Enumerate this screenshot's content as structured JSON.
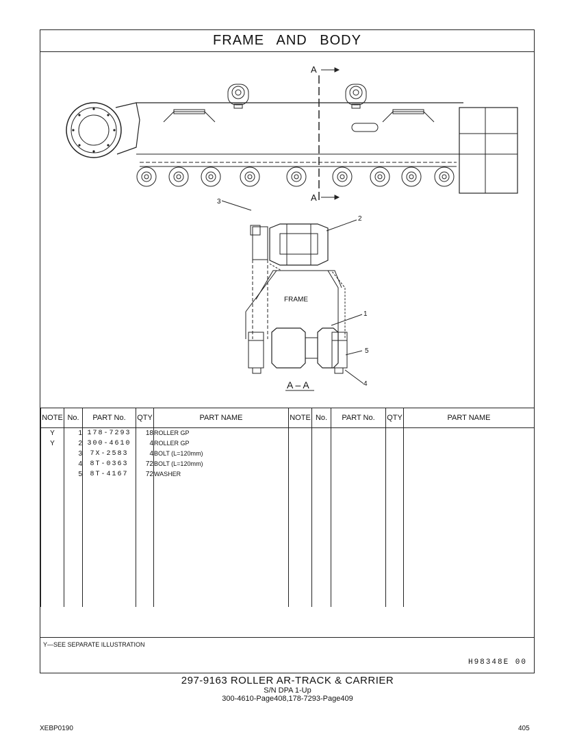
{
  "title": "FRAME AND BODY",
  "illustration": {
    "section_marker": "A",
    "section_label": "A – A",
    "frame_label": "FRAME",
    "callouts": [
      "1",
      "2",
      "3",
      "4",
      "5"
    ]
  },
  "table": {
    "headers": [
      "NOTE",
      "No.",
      "PART No.",
      "QTY",
      "PART NAME",
      "NOTE",
      "No.",
      "PART No.",
      "QTY",
      "PART NAME"
    ],
    "rows": [
      {
        "note": "Y",
        "no": "1",
        "part_no": "178-7293",
        "qty": "18",
        "name": "ROLLER GP"
      },
      {
        "note": "Y",
        "no": "2",
        "part_no": "300-4610",
        "qty": "4",
        "name": "ROLLER GP"
      },
      {
        "note": "",
        "no": "3",
        "part_no": "7X-2583",
        "qty": "4",
        "name": "BOLT (L=120mm)"
      },
      {
        "note": "",
        "no": "4",
        "part_no": "8T-0363",
        "qty": "72",
        "name": "BOLT (L=120mm)"
      },
      {
        "note": "",
        "no": "5",
        "part_no": "8T-4167",
        "qty": "72",
        "name": "WASHER"
      }
    ]
  },
  "footnote": "Y—SEE SEPARATE ILLUSTRATION",
  "drawing_code": "H98348E  00",
  "caption": {
    "line1": "297-9163 ROLLER AR-TRACK & CARRIER",
    "line2": "S/N DPA 1-Up",
    "line3": "300-4610-Page408,178-7293-Page409"
  },
  "page": {
    "left_code": "XEBP0190",
    "number": "405"
  }
}
